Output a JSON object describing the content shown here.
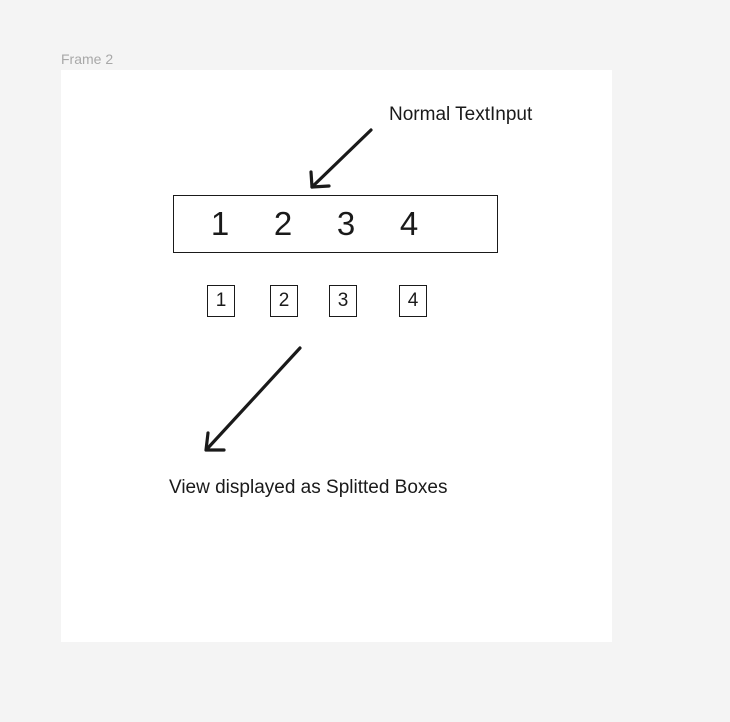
{
  "frame": {
    "label": "Frame 2"
  },
  "annotations": {
    "top": "Normal TextInput",
    "bottom": "View displayed as Splitted Boxes"
  },
  "text_input": {
    "digits": [
      "1",
      "2",
      "3",
      "4"
    ]
  },
  "split_boxes": [
    "1",
    "2",
    "3",
    "4"
  ],
  "colors": {
    "canvas": "#f4f4f4",
    "frame": "#ffffff",
    "ink": "#1a1a1a",
    "frame_label": "#a8a8a8"
  },
  "icons": {
    "top_arrow": "arrow-down-left-icon",
    "bottom_arrow": "arrow-down-left-icon"
  }
}
